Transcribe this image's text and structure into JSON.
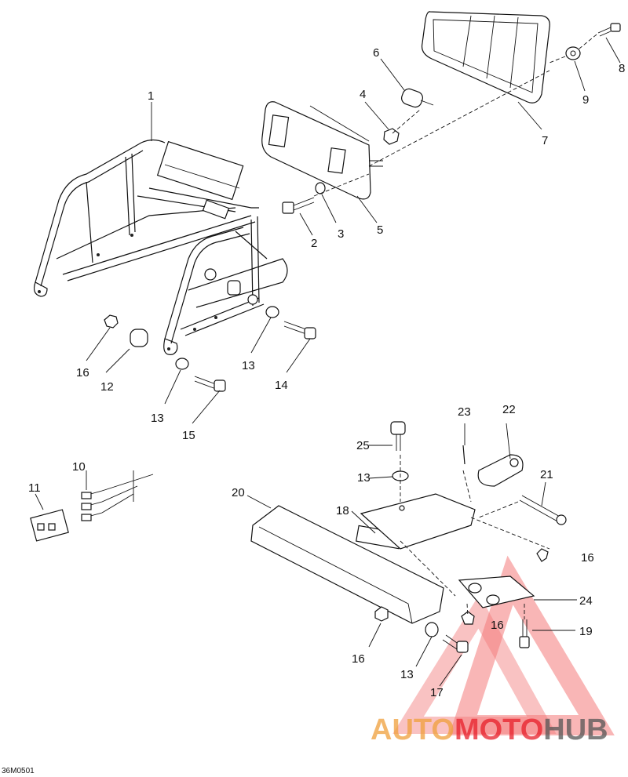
{
  "diagram": {
    "drawing_code": "36M0501",
    "parts": [
      "1",
      "2",
      "3",
      "4",
      "5",
      "6",
      "7",
      "8",
      "9",
      "10",
      "11",
      "12",
      "13",
      "13",
      "13",
      "13",
      "14",
      "15",
      "16",
      "16",
      "16",
      "16",
      "17",
      "18",
      "19",
      "20",
      "21",
      "22",
      "23",
      "24",
      "25"
    ],
    "watermark": {
      "text_auto": "AUTO",
      "text_moto": "MOTO",
      "text_hub": "HUB",
      "color_primary": "#f0a03c",
      "color_secondary": "#e8202a",
      "color_tertiary": "#555555"
    }
  }
}
